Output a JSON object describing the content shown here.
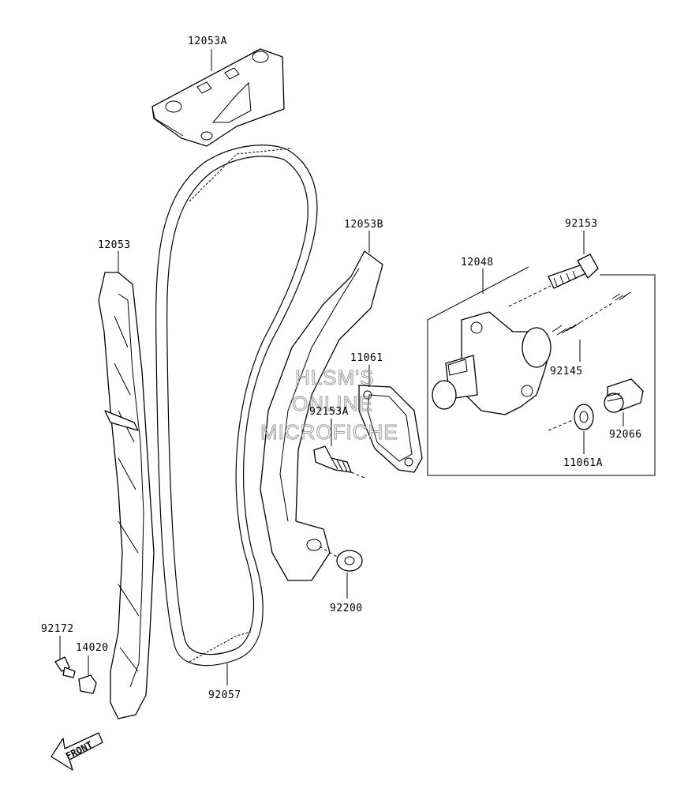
{
  "labels": {
    "guide_top": "12053A",
    "guide_right": "12053B",
    "guide_left": "12053",
    "tensioner": "12048",
    "bolt_top": "92153",
    "gasket": "11061",
    "bolt_pivot": "92153A",
    "spring": "92145",
    "plug": "92066",
    "washer_plug": "11061A",
    "washer_pivot": "92200",
    "screw": "92172",
    "clip": "14020",
    "chain": "92057"
  },
  "watermark": [
    "HLSM'S",
    "ONLINE",
    "MICROFICHE"
  ],
  "front_arrow": "FRONT"
}
